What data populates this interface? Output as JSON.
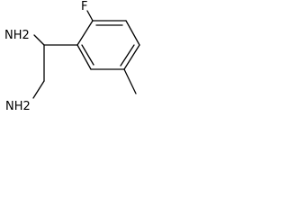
{
  "structure": {
    "atom_labels": {
      "amine_top": "NH2",
      "amine_bottom": "NH2",
      "fluorine": "F"
    },
    "colors": {
      "ink": "#000000",
      "background": "#ffffff"
    }
  }
}
